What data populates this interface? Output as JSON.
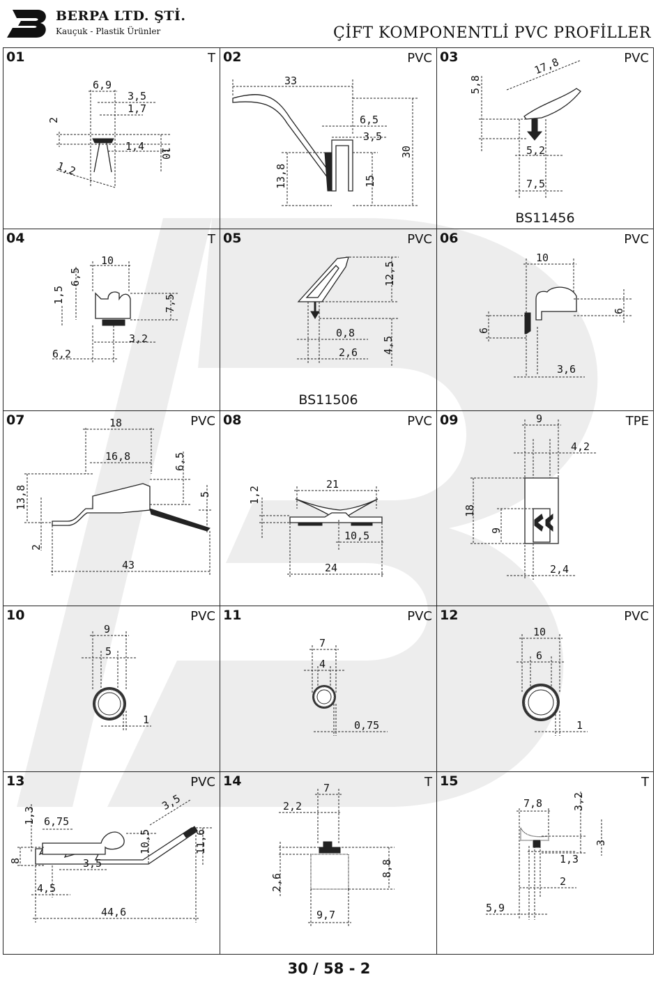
{
  "header": {
    "company": "BERPA LTD. ŞTİ.",
    "tagline": "Kauçuk - Plastik Ürünler",
    "title": "ÇİFT KOMPONENTLİ PVC PROFİLLER"
  },
  "profiles": [
    {
      "num": "01",
      "material": "T",
      "standard": "",
      "dims": [
        "6,9",
        "3,5",
        "1,7",
        "2",
        "1,4",
        "10",
        "1,2"
      ]
    },
    {
      "num": "02",
      "material": "PVC",
      "standard": "",
      "dims": [
        "33",
        "6,5",
        "3,5",
        "30",
        "13,8",
        "15"
      ]
    },
    {
      "num": "03",
      "material": "PVC",
      "standard": "BS11456",
      "dims": [
        "17,8",
        "5,8",
        "5,2",
        "7,5"
      ]
    },
    {
      "num": "04",
      "material": "T",
      "standard": "",
      "dims": [
        "10",
        "6,5",
        "1,5",
        "7,5",
        "3,2",
        "6,2"
      ]
    },
    {
      "num": "05",
      "material": "PVC",
      "standard": "BS11506",
      "dims": [
        "12,5",
        "0,8",
        "4,5",
        "2,6"
      ]
    },
    {
      "num": "06",
      "material": "PVC",
      "standard": "",
      "dims": [
        "10",
        "6",
        "6",
        "3,6"
      ]
    },
    {
      "num": "07",
      "material": "PVC",
      "standard": "",
      "dims": [
        "18",
        "16,8",
        "6,5",
        "13,8",
        "5",
        "2",
        "43"
      ]
    },
    {
      "num": "08",
      "material": "PVC",
      "standard": "",
      "dims": [
        "1,2",
        "21",
        "10,5",
        "24"
      ]
    },
    {
      "num": "09",
      "material": "TPE",
      "standard": "",
      "dims": [
        "9",
        "4,2",
        "18",
        "9",
        "2,4"
      ]
    },
    {
      "num": "10",
      "material": "PVC",
      "standard": "",
      "dims": [
        "9",
        "5",
        "1"
      ]
    },
    {
      "num": "11",
      "material": "PVC",
      "standard": "",
      "dims": [
        "7",
        "4",
        "0,75"
      ]
    },
    {
      "num": "12",
      "material": "PVC",
      "standard": "",
      "dims": [
        "10",
        "6",
        "1"
      ]
    },
    {
      "num": "13",
      "material": "PVC",
      "standard": "",
      "dims": [
        "1,3",
        "6,75",
        "3,5",
        "8",
        "10,5",
        "11,6",
        "3,5",
        "4,5",
        "44,6"
      ]
    },
    {
      "num": "14",
      "material": "T",
      "standard": "",
      "dims": [
        "7",
        "2,2",
        "8,8",
        "2,6",
        "9,7"
      ]
    },
    {
      "num": "15",
      "material": "T",
      "standard": "",
      "dims": [
        "7,8",
        "3,2",
        "3",
        "1,3",
        "2",
        "5,9"
      ]
    }
  ],
  "footer": {
    "page": "30 / 58 - 2"
  },
  "colors": {
    "line": "#222222",
    "watermark": "#efefef",
    "background": "#ffffff"
  },
  "icons": {
    "logo": "berpa-b-logo"
  }
}
